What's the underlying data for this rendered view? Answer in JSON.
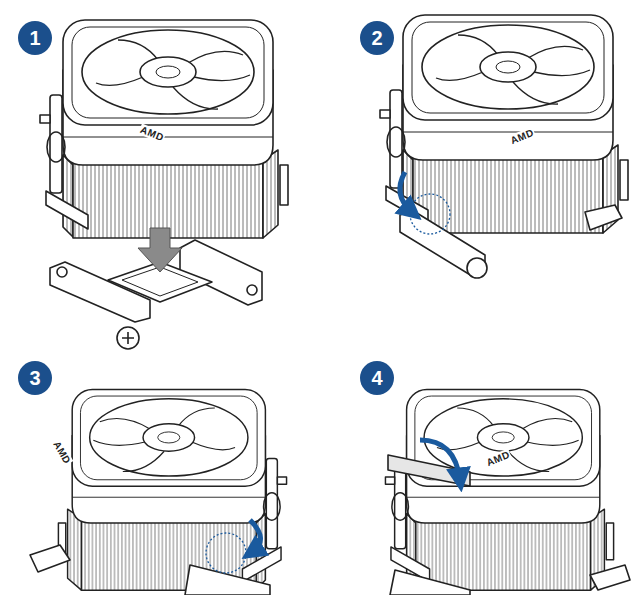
{
  "diagram": {
    "labels": [
      "1",
      "AMD",
      "2",
      "AMD",
      "3",
      "AMD",
      "4",
      "AMD"
    ]
  }
}
